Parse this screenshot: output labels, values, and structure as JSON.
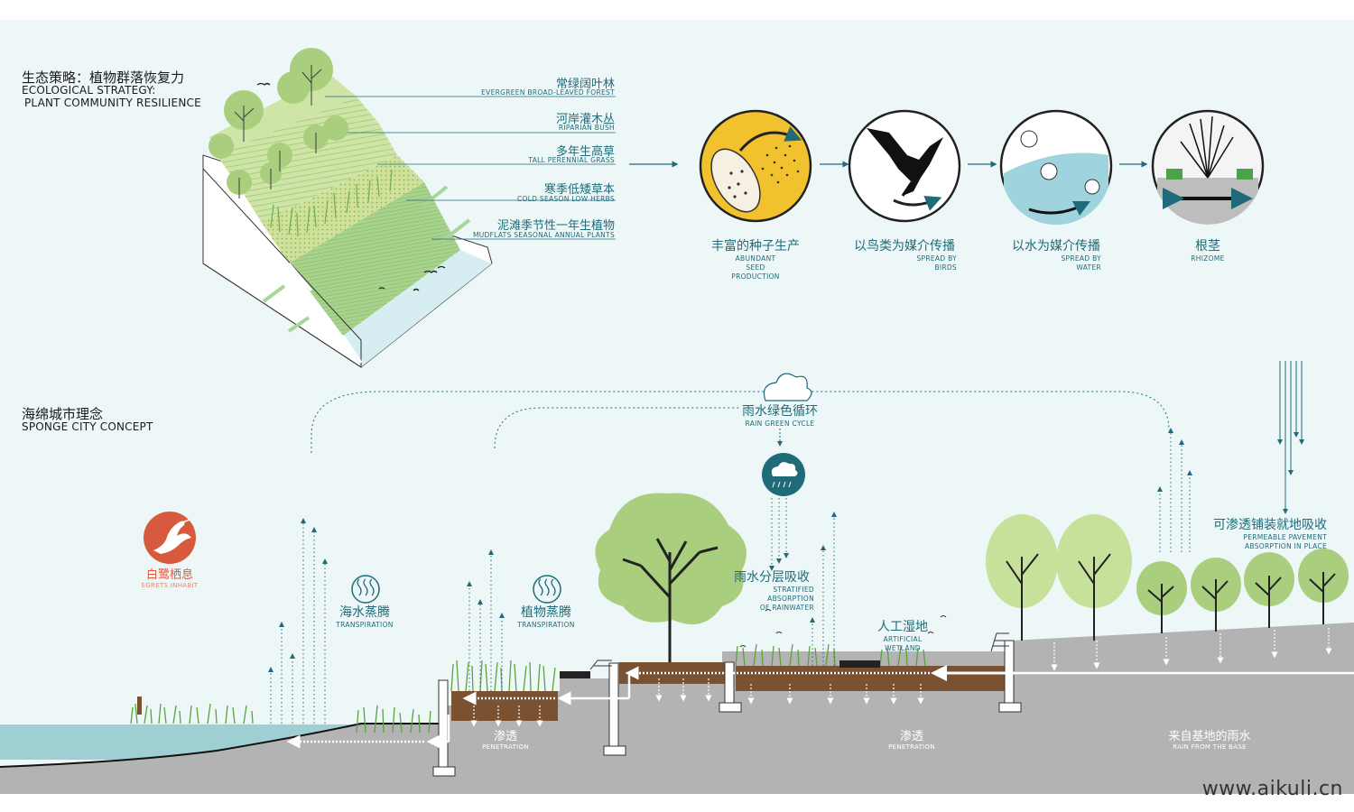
{
  "watermark": "www.aikuli.cn",
  "strategy": {
    "title_zh": "生态策略：植物群落恢复力",
    "title_en_1": "ECOLOGICAL STRATEGY:",
    "title_en_2": "PLANT COMMUNITY RESILIENCE",
    "layers": [
      {
        "zh": "常绿阔叶林",
        "en": "EVERGREEN BROAD-LEAVED FOREST"
      },
      {
        "zh": "河岸灌木丛",
        "en": "RIPARIAN BUSH"
      },
      {
        "zh": "多年生高草",
        "en": "TALL PERENNIAL GRASS"
      },
      {
        "zh": "寒季低矮草本",
        "en": "COLD SEASON LOW HERBS"
      },
      {
        "zh": "泥滩季节性一年生植物",
        "en": "MUDFLATS SEASONAL ANNUAL PLANTS"
      }
    ],
    "stages": [
      {
        "zh": "丰富的种子生产",
        "en": [
          "ABUNDANT",
          "SEED",
          "PRODUCTION"
        ],
        "icon": "seed-icon"
      },
      {
        "zh": "以鸟类为媒介传播",
        "en": [
          "SPREAD BY",
          "BIRDS"
        ],
        "icon": "bird-icon"
      },
      {
        "zh": "以水为媒介传播",
        "en": [
          "SPREAD BY",
          "WATER"
        ],
        "icon": "water-icon"
      },
      {
        "zh": "根茎",
        "en": [
          "RHIZOME"
        ],
        "icon": "rhizome-icon"
      }
    ]
  },
  "sponge": {
    "title_zh": "海绵城市理念",
    "title_en": "SPONGE CITY CONCEPT",
    "cycle": {
      "zh": "雨水绿色循环",
      "en": "RAIN GREEN CYCLE"
    },
    "egret": {
      "zh": "白鹭栖息",
      "en": "EGRETS INHABIT"
    },
    "sea_transpiration": {
      "zh": "海水蒸腾",
      "en": "TRANSPIRATION"
    },
    "plant_transpiration": {
      "zh": "植物蒸腾",
      "en": "TRANSPIRATION"
    },
    "stratified": {
      "zh": "雨水分层吸收",
      "en": [
        "STRATIFIED",
        "ABSORPTION",
        "OF RAINWATER"
      ]
    },
    "wetland": {
      "zh": "人工湿地",
      "en": [
        "ARTIFICIAL",
        "WETLAND"
      ]
    },
    "permeable": {
      "zh": "可渗透铺装就地吸收",
      "en": [
        "PERMEABLE PAVEMENT",
        "ABSORPTION IN PLACE"
      ]
    },
    "penetration1": {
      "zh": "渗透",
      "en": "PENETRATION"
    },
    "penetration2": {
      "zh": "渗透",
      "en": "PENETRATION"
    },
    "rain_base": {
      "zh": "来自基地的雨水",
      "en": "RAIN FROM THE BASE"
    }
  },
  "colors": {
    "teal": "#1f6b7a",
    "sea": "#9fcfd3",
    "ground": "#b3b3b3",
    "soil": "#7a5232",
    "tree": "#a9cf7e",
    "egret": "#d85a3e",
    "seed_yellow": "#f2c12e"
  }
}
